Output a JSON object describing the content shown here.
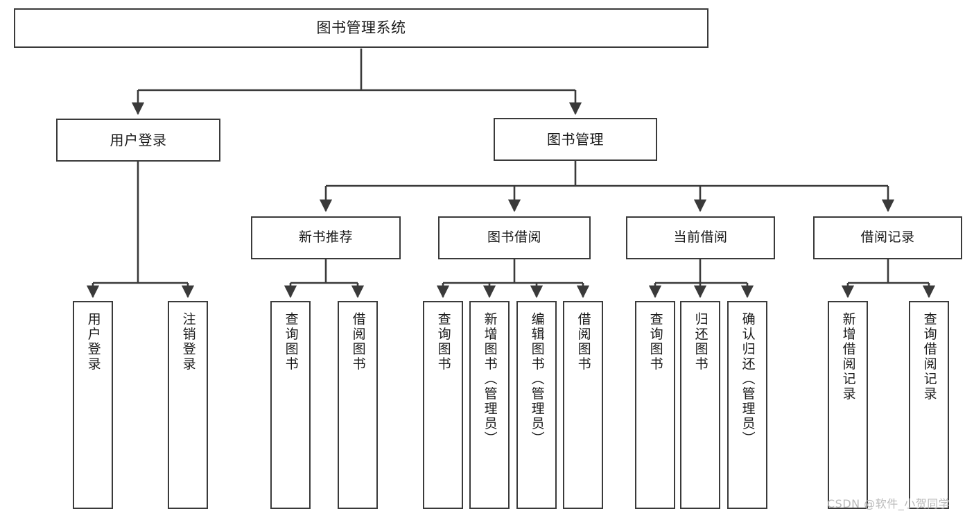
{
  "diagram": {
    "type": "tree",
    "title": "图书管理系统",
    "watermark": "CSDN @软件_小贺同学",
    "style": {
      "background": "#ffffff",
      "box_border": "#3a3a3a",
      "box_fill": "#ffffff",
      "line_color": "#3a3a3a",
      "text_color": "#1a1a1a",
      "watermark_color": "#b9b9b9"
    },
    "nodes": {
      "root": {
        "label": "图书管理系统",
        "level": 1,
        "orientation": "horizontal"
      },
      "l2": [
        {
          "id": "user-login",
          "label": "用户登录",
          "level": 2,
          "orientation": "horizontal"
        },
        {
          "id": "book-manage",
          "label": "图书管理",
          "level": 2,
          "orientation": "horizontal"
        }
      ],
      "l3": [
        {
          "id": "new-book-rec",
          "label": "新书推荐",
          "level": 3,
          "orientation": "horizontal"
        },
        {
          "id": "book-borrow",
          "label": "图书借阅",
          "level": 3,
          "orientation": "horizontal"
        },
        {
          "id": "current-borrow",
          "label": "当前借阅",
          "level": 3,
          "orientation": "horizontal"
        },
        {
          "id": "borrow-record",
          "label": "借阅记录",
          "level": 3,
          "orientation": "horizontal"
        }
      ],
      "leaves": [
        {
          "id": "leaf-user-login",
          "label": "用户登录",
          "parent": "user-login"
        },
        {
          "id": "leaf-logout-login",
          "label": "注销登录",
          "parent": "user-login"
        },
        {
          "id": "leaf-query-book-1",
          "label": "查询图书",
          "parent": "new-book-rec"
        },
        {
          "id": "leaf-borrow-book-1",
          "label": "借阅图书",
          "parent": "new-book-rec"
        },
        {
          "id": "leaf-query-book-2",
          "label": "查询图书",
          "parent": "book-borrow"
        },
        {
          "id": "leaf-add-book",
          "label": "新增图书（管理员）",
          "parent": "book-borrow"
        },
        {
          "id": "leaf-edit-book",
          "label": "编辑图书（管理员）",
          "parent": "book-borrow"
        },
        {
          "id": "leaf-borrow-book-2",
          "label": "借阅图书",
          "parent": "book-borrow"
        },
        {
          "id": "leaf-query-book-3",
          "label": "查询图书",
          "parent": "current-borrow"
        },
        {
          "id": "leaf-return-book",
          "label": "归还图书",
          "parent": "current-borrow"
        },
        {
          "id": "leaf-confirm-return",
          "label": "确认归还（管理员）",
          "parent": "current-borrow"
        },
        {
          "id": "leaf-add-record",
          "label": "新增借阅记录",
          "parent": "borrow-record"
        },
        {
          "id": "leaf-query-record",
          "label": "查询借阅记录",
          "parent": "borrow-record"
        }
      ]
    }
  }
}
